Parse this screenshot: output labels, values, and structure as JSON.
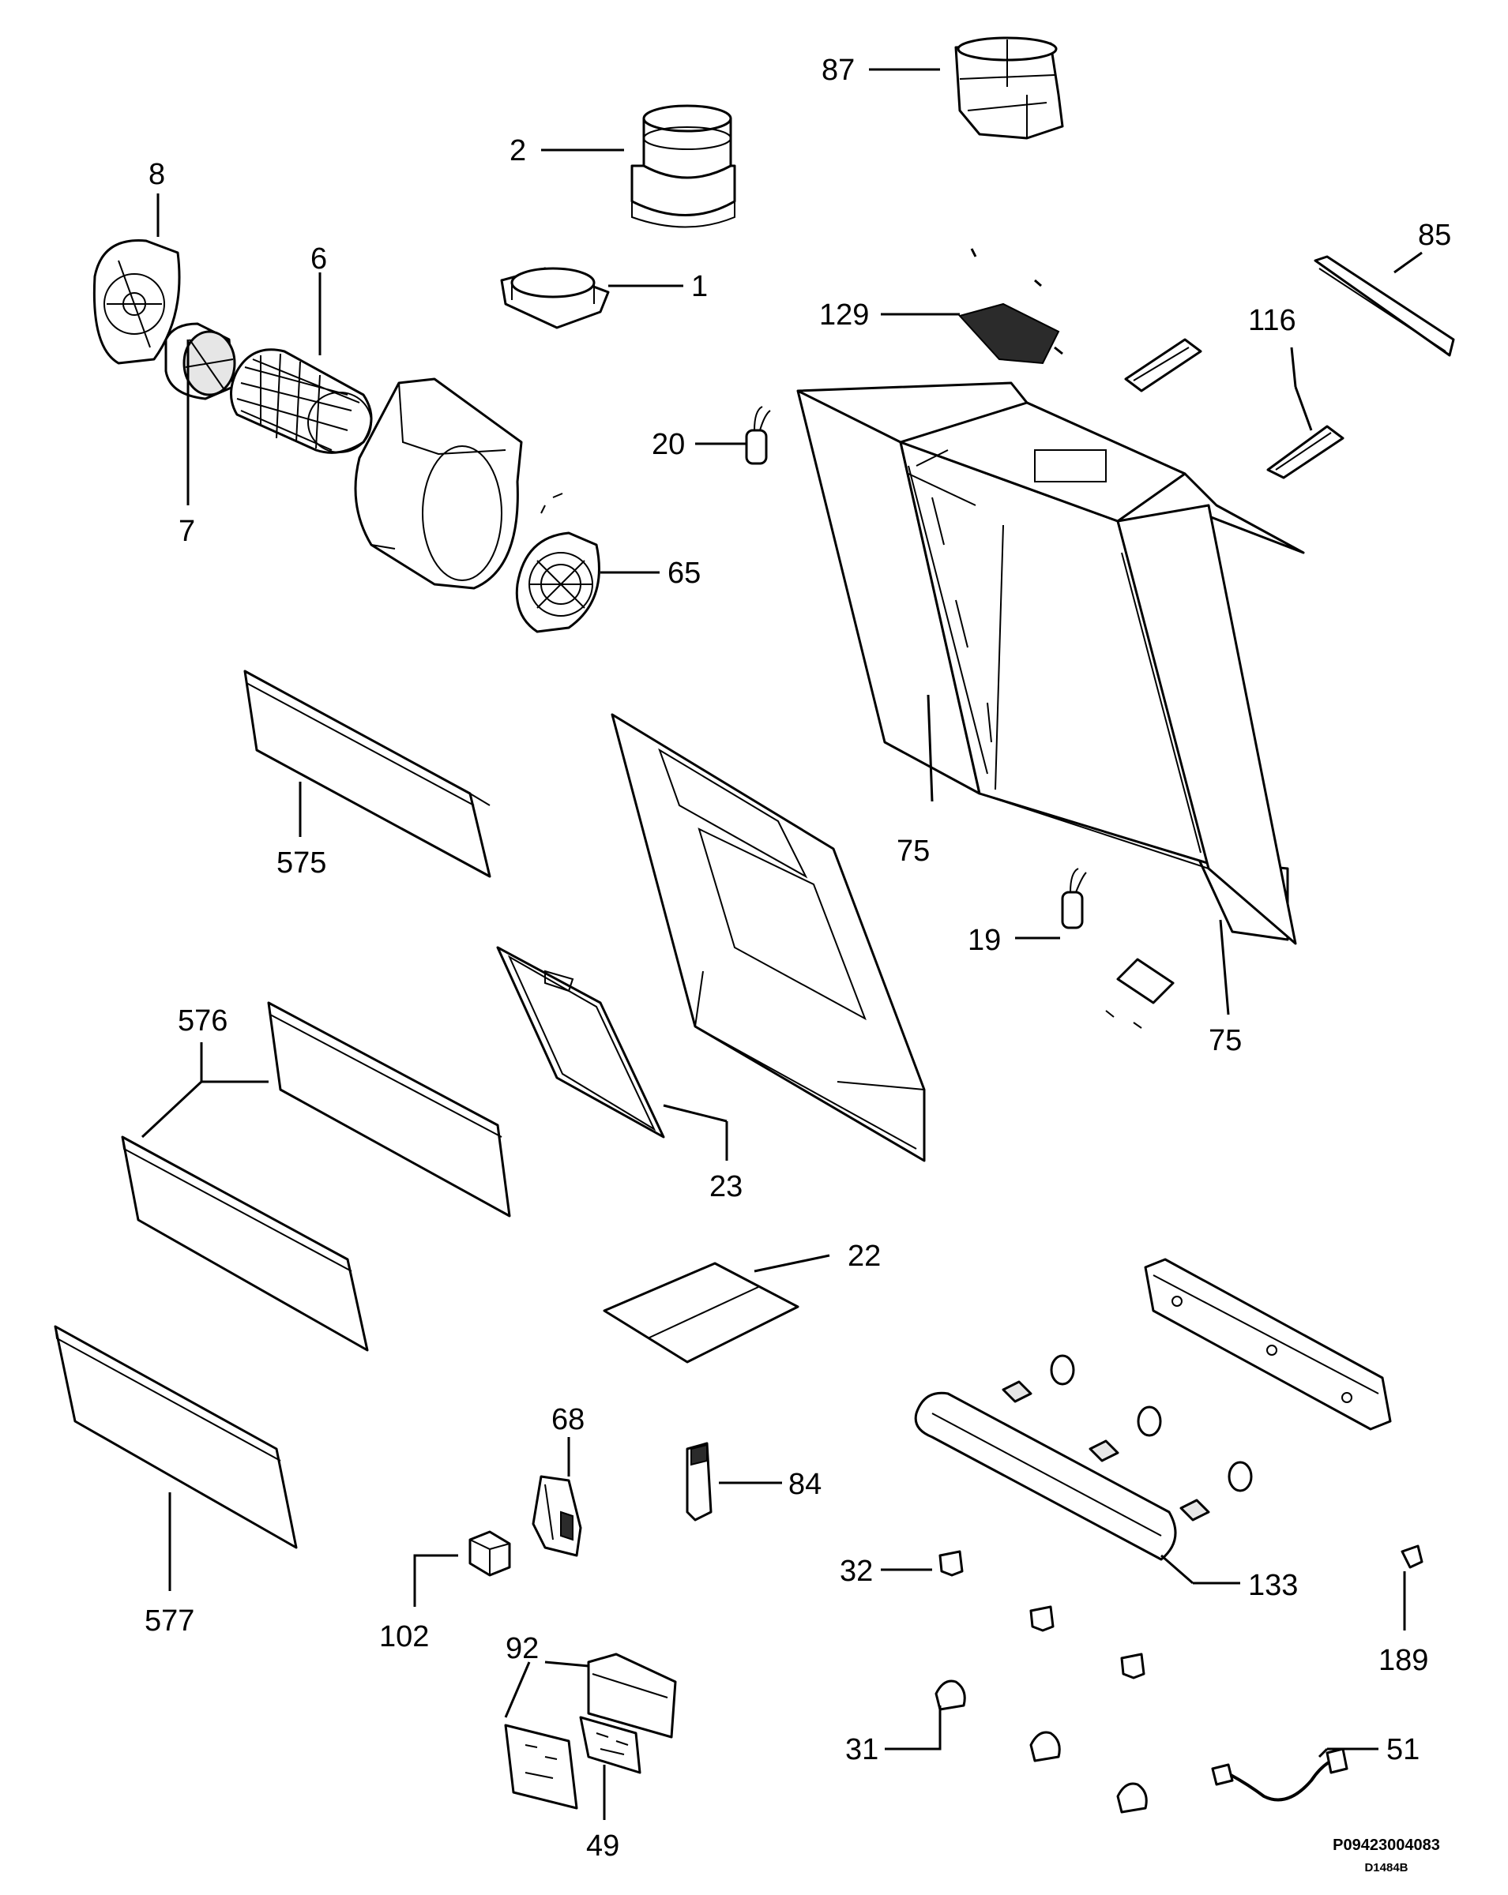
{
  "callouts": {
    "c87": "87",
    "c2": "2",
    "c8": "8",
    "c6": "6",
    "c1": "1",
    "c85": "85",
    "c129": "129",
    "c116": "116",
    "c7": "7",
    "c20": "20",
    "c65": "65",
    "c575": "575",
    "c75a": "75",
    "c19": "19",
    "c75b": "75",
    "c576": "576",
    "c23": "23",
    "c22": "22",
    "c68": "68",
    "c84": "84",
    "c32": "32",
    "c133": "133",
    "c102": "102",
    "c577": "577",
    "c189": "189",
    "c92": "92",
    "c31": "31",
    "c51": "51",
    "c49": "49"
  },
  "reference": {
    "drawing_number": "P09423004083",
    "sheet_code": "D1484B"
  }
}
